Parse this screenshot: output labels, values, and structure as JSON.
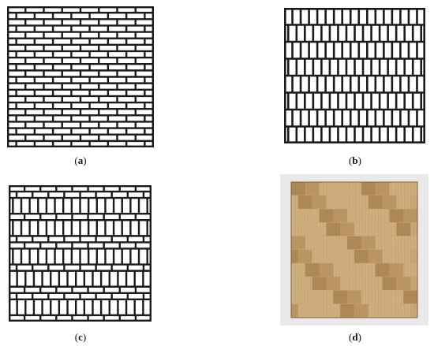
{
  "figure": {
    "panels": [
      {
        "id": "a",
        "caption_open": "(",
        "caption_letter": "a",
        "caption_close": ")",
        "pattern": "brick-rows"
      },
      {
        "id": "b",
        "caption_open": "(",
        "caption_letter": "b",
        "caption_close": ")",
        "pattern": "vertical-rows"
      },
      {
        "id": "c",
        "caption_open": "(",
        "caption_letter": "c",
        "caption_close": ")",
        "pattern": "mixed-rows"
      },
      {
        "id": "d",
        "caption_open": "(",
        "caption_letter": "d",
        "caption_close": ")",
        "pattern": "bamboo-photo"
      }
    ]
  },
  "colors": {
    "line": "#1a1a1a",
    "photo_background": "#e9e9e9",
    "board_light": "#c7a678",
    "board_dark": "#a9844f"
  }
}
